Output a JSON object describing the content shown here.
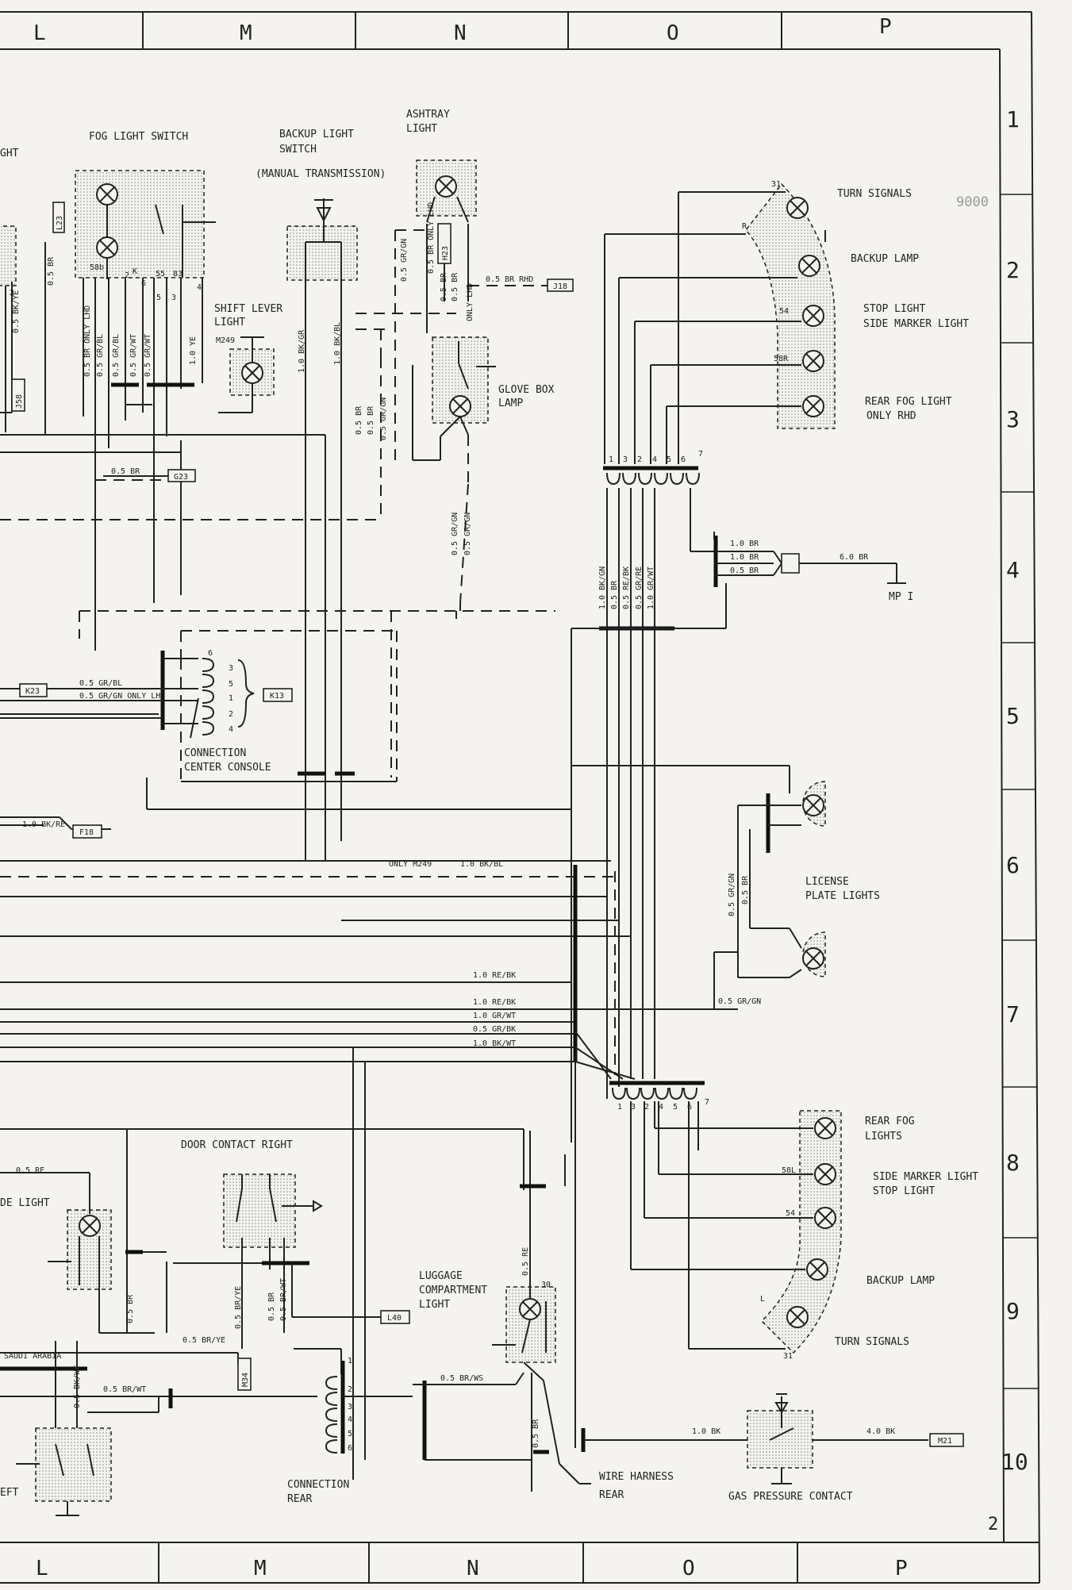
{
  "columns": [
    "L",
    "M",
    "N",
    "O",
    "P"
  ],
  "rows": [
    "1",
    "2",
    "3",
    "4",
    "5",
    "6",
    "7",
    "8",
    "9",
    "10"
  ],
  "page_number": "2",
  "stamp": "9000",
  "components": {
    "fog_light_switch": "FOG LIGHT SWITCH",
    "backup_light_switch_1": "BACKUP LIGHT",
    "backup_light_switch_2": "SWITCH",
    "backup_light_switch_3": "(MANUAL TRANSMISSION)",
    "ashtray_1": "ASHTRAY",
    "ashtray_2": "LIGHT",
    "shift_lever_1": "SHIFT LEVER",
    "shift_lever_2": "LIGHT",
    "shift_lever_code": "M249",
    "glove_box_1": "GLOVE BOX",
    "glove_box_2": "LAMP",
    "turn_signals_top": "TURN SIGNALS",
    "backup_lamp_top": "BACKUP LAMP",
    "stop_light_1": "STOP LIGHT",
    "stop_light_2": "SIDE MARKER LIGHT",
    "rear_fog_1": "REAR FOG LIGHT",
    "rear_fog_2": "ONLY RHD",
    "mp": "MP I",
    "connection_center_1": "CONNECTION",
    "connection_center_2": "CENTER CONSOLE",
    "license_1": "LICENSE",
    "license_2": "PLATE LIGHTS",
    "door_contact": "DOOR CONTACT RIGHT",
    "rear_fog_lights_1": "REAR FOG",
    "rear_fog_lights_2": "LIGHTS",
    "side_marker_1": "SIDE MARKER LIGHT",
    "side_marker_2": "STOP LIGHT",
    "backup_lamp_bottom": "BACKUP LAMP",
    "turn_signals_bottom": "TURN SIGNALS",
    "luggage_1": "LUGGAGE",
    "luggage_2": "COMPARTMENT",
    "luggage_3": "LIGHT",
    "connection_rear_1": "CONNECTION",
    "connection_rear_2": "REAR",
    "wire_harness_1": "WIRE HARNESS",
    "wire_harness_2": "REAR",
    "gas_pressure": "GAS PRESSURE CONTACT",
    "left_partial_1": "GHT",
    "left_partial_2": "DE LIGHT",
    "left_partial_3": "EFT",
    "saudi": "SAUDI ARABIA"
  },
  "refs": {
    "l23": "L23",
    "j58": "J58",
    "h23": "H23",
    "j18": "J18",
    "g23": "G23",
    "k23": "K23",
    "k13": "K13",
    "f18": "F18",
    "l40": "L40",
    "m34": "M34",
    "m21": "M21"
  },
  "wire_labels": {
    "br05": "0.5 BR",
    "bk_ye": "0.5 BK/YE",
    "br_only_lhd": "0.5 BR ONLY LHD",
    "gr_bl": "0.5 GR/BL",
    "gr_wt": "0.5 GR/WT",
    "ye10": "1.0 YE",
    "bk_gr10": "1.0 BK/GR",
    "bk_bl10": "1.0 BK/BL",
    "gr_gn": "0.5 GR/GN",
    "br_rhd": "0.5 BR  RHD",
    "only_lhd": "ONLY LHD",
    "br_only_lhd2": "0.5 BR ONLY LHD",
    "gr_gn_only_lh": "0.5 GR/GN ONLY LH",
    "bk_re10": "1.0 BK/RE",
    "bk_gn10": "1.0 BK/GN",
    "re_bk": "0.5 RE/BK",
    "gr_re": "0.5 GR/RE",
    "gr_wt10": "1.0 GR/WT",
    "br10": "1.0 BR",
    "br60": "6.0 BR",
    "only_m249": "ONLY M249",
    "bk_bl_10b": "1.0 BK/BL",
    "re_bk10": "1.0 RE/BK",
    "gr_bk": "0.5 GR/BK",
    "bk_wt10": "1.0 BK/WT",
    "gr_gn_b": "0.5 GR/GN",
    "re05": "0.5 RE",
    "br_ye": "0.5 BR/YE",
    "br_wt": "0.5 BR/WT",
    "bk_wt05": "0.5 BK/WT",
    "br_ws": "0.5 BR/WS",
    "bk10": "1.0 BK",
    "bk40": "4.0 BK"
  },
  "terminals": {
    "t31": "31",
    "tR": "R",
    "t54": "54",
    "t58R": "58R",
    "t58L": "58L",
    "tL": "L",
    "t30": "30",
    "sw58b": "58b",
    "sw31": "31",
    "sw2": "2",
    "sw6": "6",
    "sw55": "55",
    "sw83": "83",
    "sw5": "5",
    "sw3": "3",
    "sw4": "4",
    "swK": "K",
    "c1": "1",
    "c2": "2",
    "c3": "3",
    "c4": "4",
    "c5": "5",
    "c6": "6",
    "c7": "7"
  }
}
